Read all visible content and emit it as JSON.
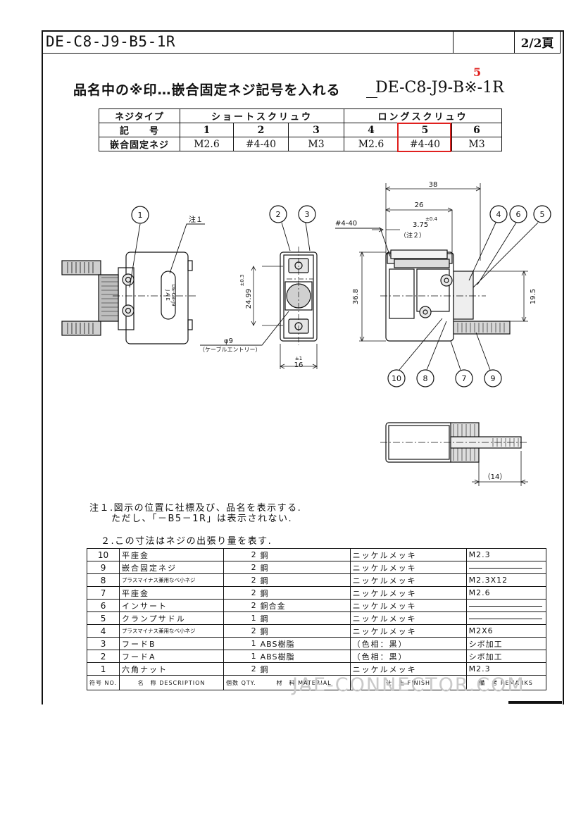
{
  "header": {
    "doc_title": "DE-C8-J9-B5-1R",
    "page_no": "2/2頁"
  },
  "instruction": {
    "text": "品名中の※印…嵌合固定ネジ記号を入れる",
    "pattern": "DE-C8-J9-B※-1R",
    "selected_mark": "5"
  },
  "screw_table": {
    "row_type_label": "ネジタイプ",
    "short_group": "ショートスクリュウ",
    "long_group": "ロングスクリュウ",
    "row_code_label": "記　　号",
    "row_thread_label": "嵌合固定ネジ",
    "codes": [
      "1",
      "2",
      "3",
      "4",
      "5",
      "6"
    ],
    "threads": [
      "M2.6",
      "#4-40",
      "M3",
      "M2.6",
      "#4-40",
      "M3"
    ],
    "selected_color": "#e0201e"
  },
  "drawing": {
    "callouts": [
      "1",
      "2",
      "3",
      "4",
      "6",
      "5",
      "10",
      "8",
      "7",
      "9"
    ],
    "note1_tag": "注１",
    "hood_marking": [
      "J A E",
      "DE-C8-J9"
    ],
    "dim_38": "38",
    "dim_26": "26",
    "dim_375": "3.75",
    "tol_375": "±0.4",
    "note2_tag": "（注２）",
    "thread_label": "#4-40",
    "dim_368": "36.8",
    "dim_195": "19.5",
    "dim_2499": "24.99",
    "tol_2499": "±0.3",
    "dim_9": "φ9",
    "cable_entry": "（ケーブルエントリー）",
    "dim_16": "16",
    "tol_16": "±1",
    "dim_14": "（14）"
  },
  "notes": {
    "note1_line1": "注１.図示の位置に社標及び、品名を表示する.",
    "note1_line2": "ただし、「－B5－1R」は表示されない.",
    "note2": "２.この寸法はネジの出張り量を表す."
  },
  "bom": {
    "rows": [
      {
        "no": "10",
        "desc": "平座金",
        "small": false,
        "qty": "2",
        "mat": "鋼",
        "fin": "ニッケルメッキ",
        "rem": "M2.3"
      },
      {
        "no": "9",
        "desc": "嵌合固定ネジ",
        "small": false,
        "qty": "2",
        "mat": "鋼",
        "fin": "ニッケルメッキ",
        "rem": ""
      },
      {
        "no": "8",
        "desc": "プラスマイナス兼用なべ小ネジ",
        "small": true,
        "qty": "2",
        "mat": "鋼",
        "fin": "ニッケルメッキ",
        "rem": "M2.3X12"
      },
      {
        "no": "7",
        "desc": "平座金",
        "small": false,
        "qty": "2",
        "mat": "鋼",
        "fin": "ニッケルメッキ",
        "rem": "M2.6"
      },
      {
        "no": "6",
        "desc": "インサート",
        "small": false,
        "qty": "2",
        "mat": "銅合金",
        "fin": "ニッケルメッキ",
        "rem": ""
      },
      {
        "no": "5",
        "desc": "クランプサドル",
        "small": false,
        "qty": "1",
        "mat": "鋼",
        "fin": "ニッケルメッキ",
        "rem": ""
      },
      {
        "no": "4",
        "desc": "プラスマイナス兼用なべ小ネジ",
        "small": true,
        "qty": "2",
        "mat": "鋼",
        "fin": "ニッケルメッキ",
        "rem": "M2X6"
      },
      {
        "no": "3",
        "desc": "フードB",
        "small": false,
        "qty": "1",
        "mat": "ABS樹脂",
        "fin": "（色相：黒）",
        "rem": "シボ加工"
      },
      {
        "no": "2",
        "desc": "フードA",
        "small": false,
        "qty": "1",
        "mat": "ABS樹脂",
        "fin": "（色相：黒）",
        "rem": "シボ加工"
      },
      {
        "no": "1",
        "desc": "六角ナット",
        "small": false,
        "qty": "2",
        "mat": "鋼",
        "fin": "ニッケルメッキ",
        "rem": "M2.3"
      }
    ],
    "header": {
      "no": "符号 NO.",
      "desc": "名　称 DESCRIPTION",
      "qty": "個数 QTY.",
      "mat": "材　料 MATERIAL",
      "fin": "仕　上 FINISH",
      "rem": "備　考 REMARKS"
    }
  },
  "watermark": "JAE-CONNECTOR.COM"
}
